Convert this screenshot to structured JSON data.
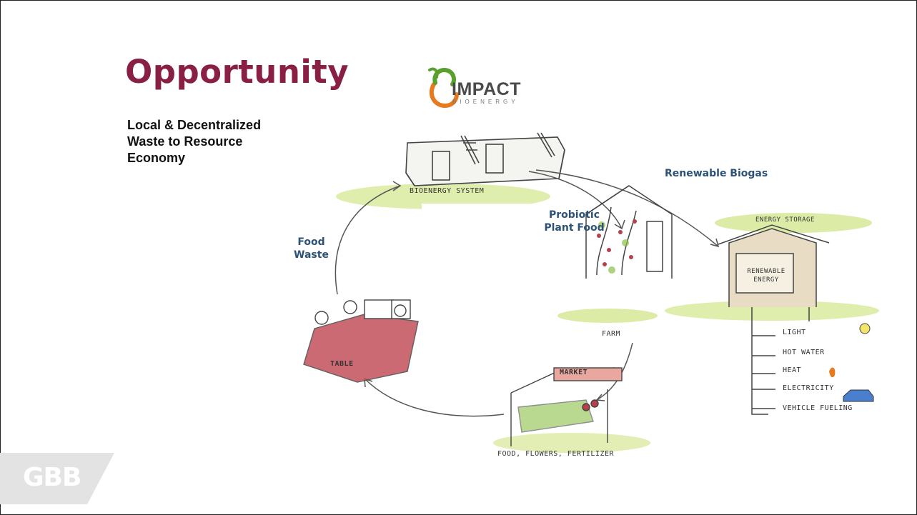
{
  "slide": {
    "title": "Opportunity",
    "subtitle": "Local & Decentralized Waste to Resource Economy",
    "logo": {
      "name": "IMPACT",
      "tagline": "BIOENERGY"
    },
    "corner_logo": "GBB"
  },
  "diagram": {
    "flow_labels": {
      "renewable_biogas": "Renewable Biogas",
      "probiotic_plant_food": "Probiotic Plant Food",
      "food_waste": "Food Waste"
    },
    "sketch_labels": {
      "bioenergy_system": "BIOENERGY SYSTEM",
      "energy_storage": "ENERGY STORAGE",
      "renewable_energy": "RENEWABLE ENERGY",
      "farm": "FARM",
      "market": "MARKET",
      "table": "TABLE",
      "market_caption": "FOOD, FLOWERS, FERTILIZER",
      "outputs": [
        "LIGHT",
        "HOT WATER",
        "HEAT",
        "ELECTRICITY",
        "VEHICLE FUELING"
      ]
    },
    "colors": {
      "accent": "#8a1f45",
      "label": "#2d5277",
      "grass": "#c5de6a",
      "table": "#b8404a"
    }
  }
}
